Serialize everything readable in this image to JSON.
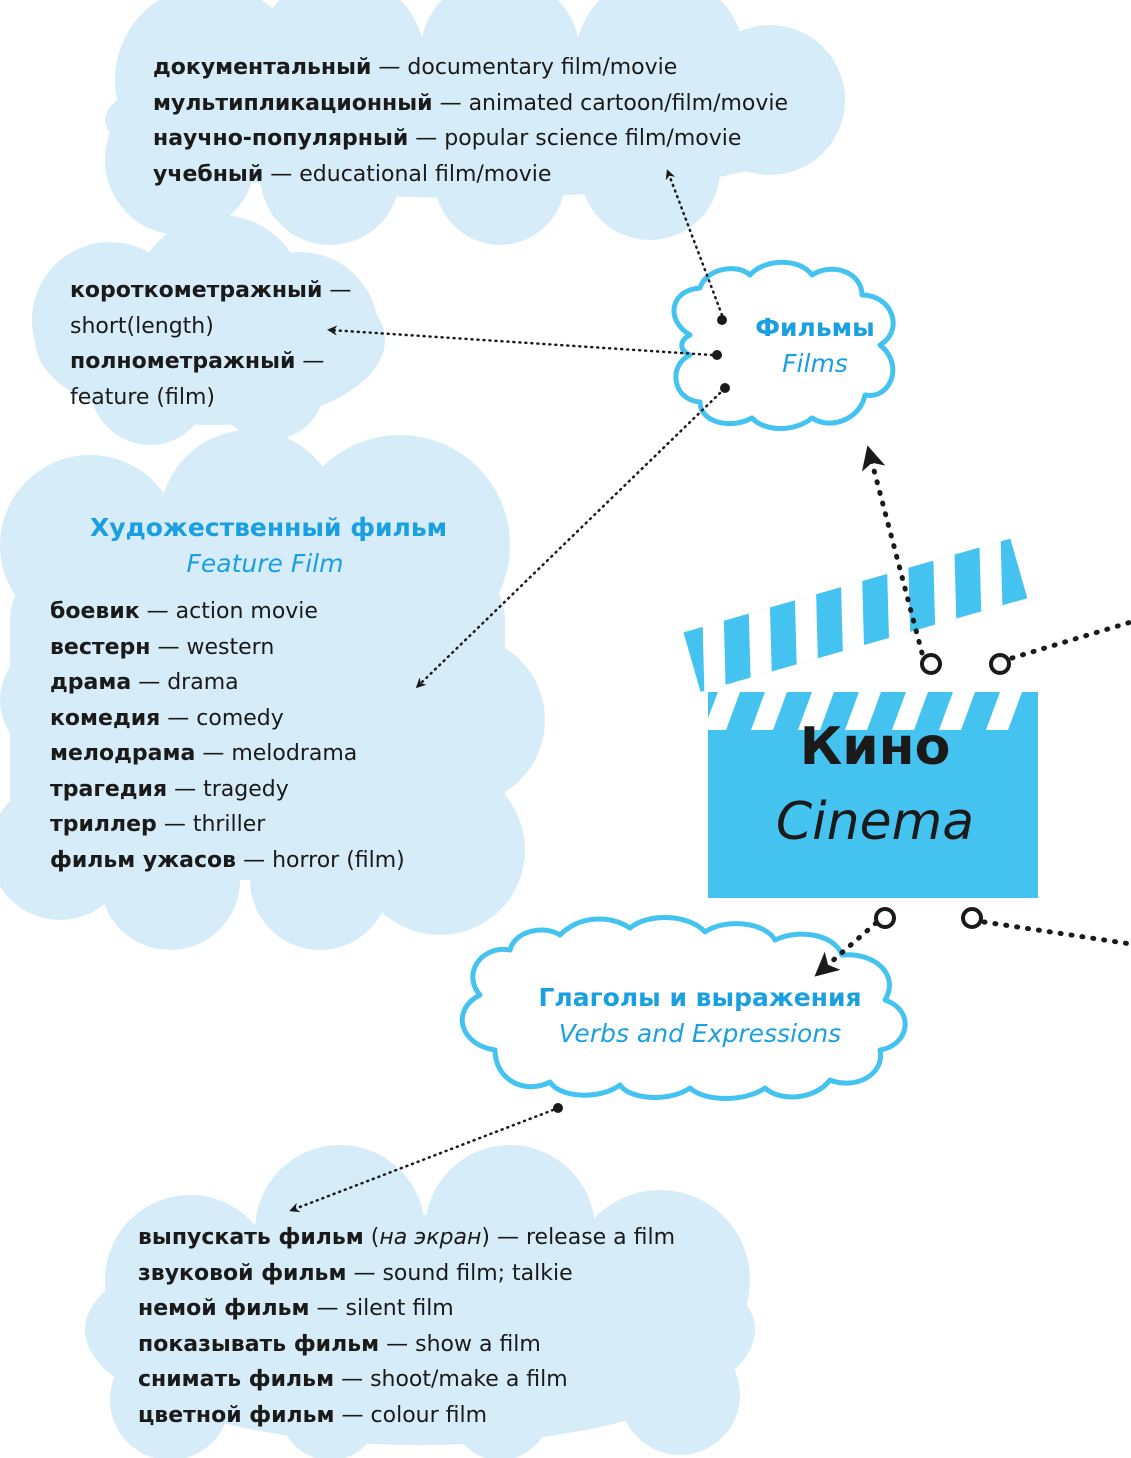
{
  "colors": {
    "cloud_fill": "#d6ecf8",
    "heading_blue": "#1a9fe0",
    "clapper_blue": "#45c3f0",
    "text_dark": "#1a1a1a"
  },
  "center": {
    "title_ru": "Кино",
    "title_en": "Cinema"
  },
  "films": {
    "title_ru": "Фильмы",
    "title_en": "Films"
  },
  "verbs": {
    "title_ru": "Глаголы и выражения",
    "title_en": "Verbs and Expressions"
  },
  "feature": {
    "title_ru": "Художественный фильм",
    "title_en": "Feature Film",
    "items": [
      {
        "ru": "боевик",
        "en": "action movie"
      },
      {
        "ru": "вестерн",
        "en": "western"
      },
      {
        "ru": "драма",
        "en": "drama"
      },
      {
        "ru": "комедия",
        "en": "comedy"
      },
      {
        "ru": "мелодрама",
        "en": "melodrama"
      },
      {
        "ru": "трагедия",
        "en": "tragedy"
      },
      {
        "ru": "триллер",
        "en": "thriller"
      },
      {
        "ru": "фильм ужасов",
        "en": "horror (film)"
      }
    ]
  },
  "genres": {
    "items": [
      {
        "ru": "документальный",
        "en": "documentary film/movie"
      },
      {
        "ru": "мультипликационный",
        "en": "animated cartoon/film/movie"
      },
      {
        "ru": "научно-популярный",
        "en": "popular science film/movie"
      },
      {
        "ru": "учебный",
        "en": "educational film/movie"
      }
    ]
  },
  "length": {
    "item1_ru": "короткометражный",
    "item1_en": "short(length)",
    "item2_ru": "полнометражный",
    "item2_en": "feature (film)"
  },
  "verb_items": {
    "item1_ru": "выпускать фильм",
    "item1_note": "на экран",
    "item1_en": "release a film",
    "items": [
      {
        "ru": "звуковой фильм",
        "en": "sound film; talkie"
      },
      {
        "ru": "немой фильм",
        "en": "silent film"
      },
      {
        "ru": "показывать фильм",
        "en": "show a film"
      },
      {
        "ru": "снимать фильм",
        "en": "shoot/make a film"
      },
      {
        "ru": "цветной фильм",
        "en": "colour film"
      }
    ]
  },
  "dash": "—"
}
